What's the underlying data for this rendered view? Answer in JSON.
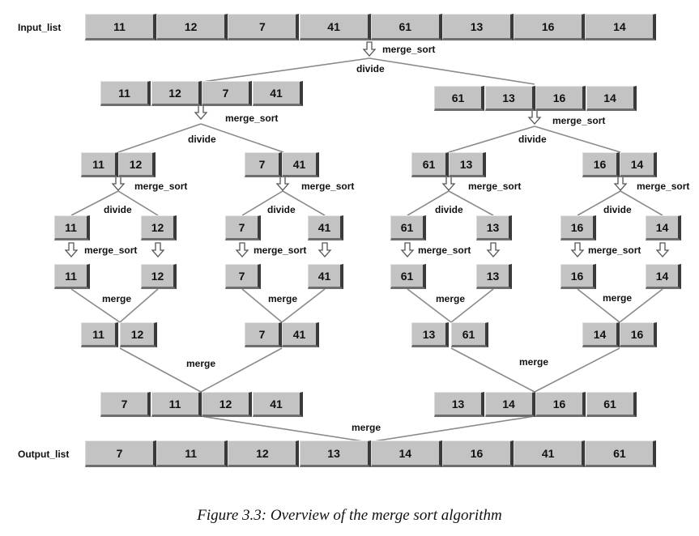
{
  "input_label": "Input_list",
  "output_label": "Output_list",
  "caption": "Figure 3.3: Overview of the merge sort algorithm",
  "labels": {
    "merge_sort": "merge_sort",
    "divide": "divide",
    "divide_alt": "divide",
    "merge": "merge"
  },
  "lists": {
    "input": [
      "11",
      "12",
      "7",
      "41",
      "61",
      "13",
      "16",
      "14"
    ],
    "half_left": [
      "11",
      "12",
      "7",
      "41"
    ],
    "half_right": [
      "61",
      "13",
      "16",
      "14"
    ],
    "q1": [
      "11",
      "12"
    ],
    "q2": [
      "7",
      "41"
    ],
    "q3": [
      "61",
      "13"
    ],
    "q4": [
      "16",
      "14"
    ],
    "single_split": [
      "11",
      "12",
      "7",
      "41",
      "61",
      "13",
      "16",
      "14"
    ],
    "single_sorted": [
      "11",
      "12",
      "7",
      "41",
      "61",
      "13",
      "16",
      "14"
    ],
    "m1": [
      "11",
      "12"
    ],
    "m2": [
      "7",
      "41"
    ],
    "m3": [
      "13",
      "61"
    ],
    "m4": [
      "14",
      "16"
    ],
    "merged_left": [
      "7",
      "11",
      "12",
      "41"
    ],
    "merged_right": [
      "13",
      "14",
      "16",
      "61"
    ],
    "output": [
      "7",
      "11",
      "12",
      "13",
      "14",
      "16",
      "41",
      "61"
    ]
  },
  "colors": {
    "cell_fill": "#c3c3c3",
    "cell_shadow": "#3a3a3a",
    "line": "#8a8a8a"
  }
}
